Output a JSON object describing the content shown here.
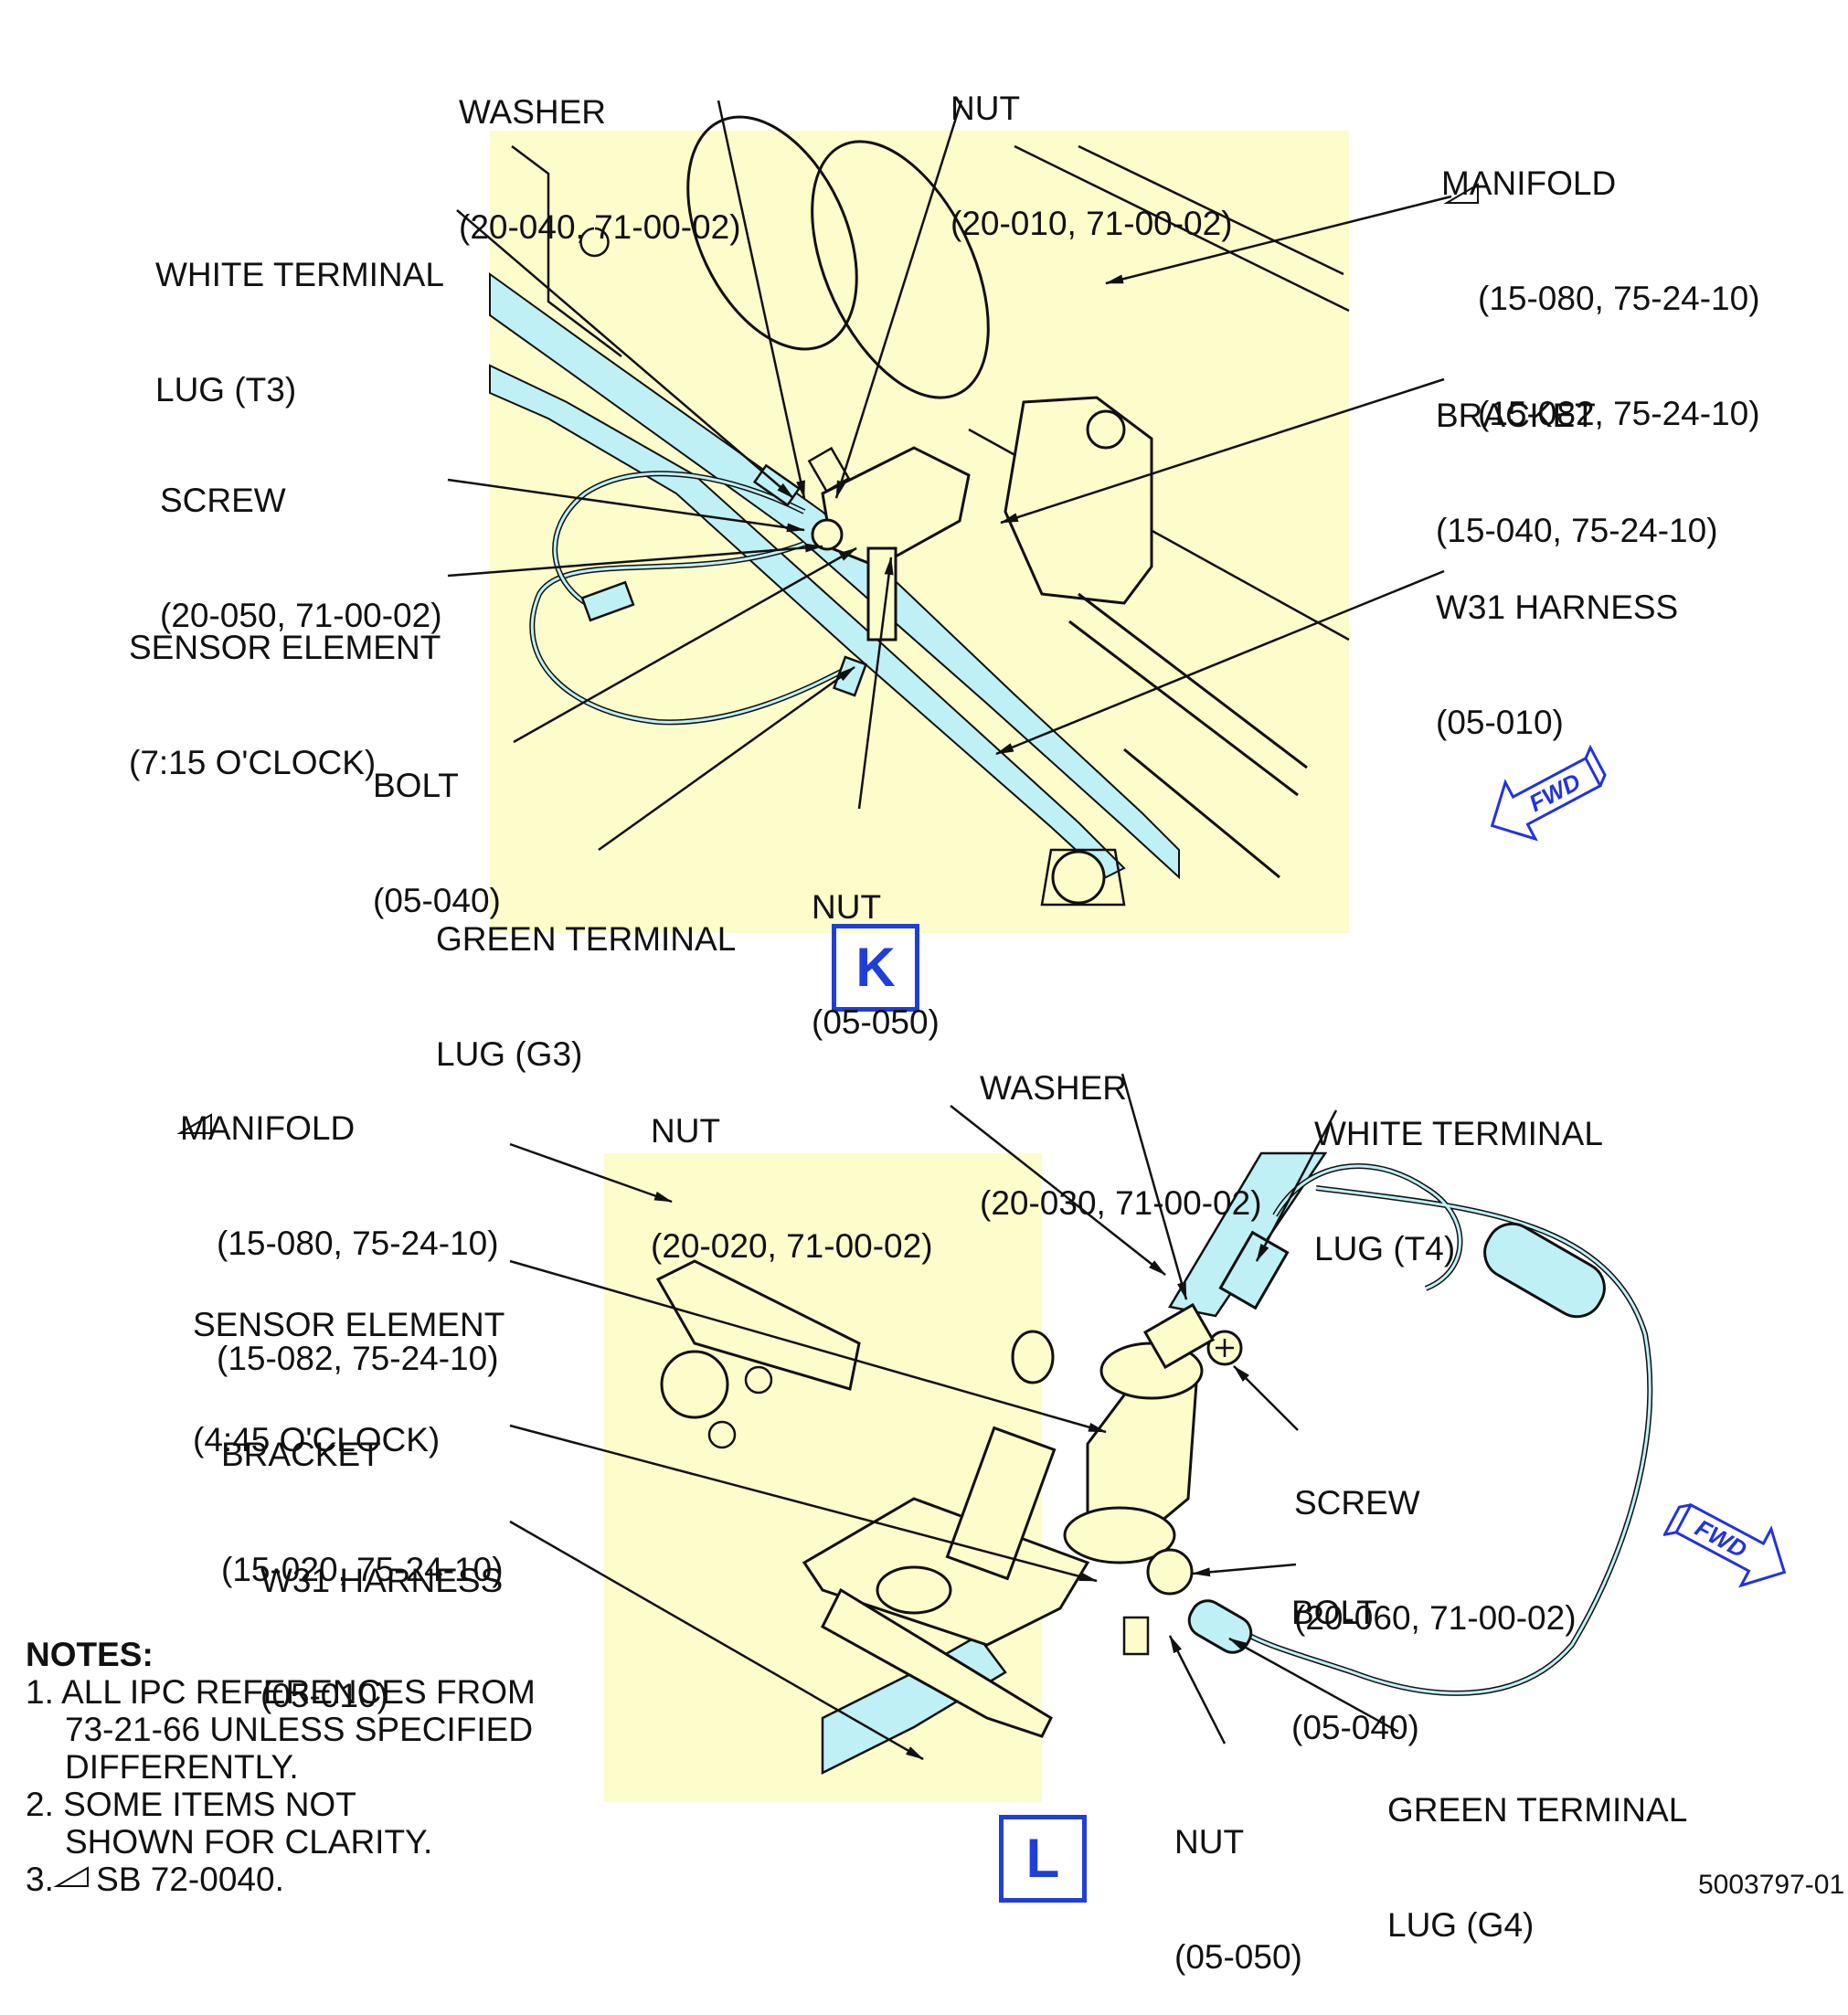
{
  "views": [
    {
      "id": "K",
      "label": "K",
      "callouts": {
        "washer": [
          "WASHER",
          "(20-040, 71-00-02)"
        ],
        "nut_top": [
          "NUT",
          "(20-010, 71-00-02)"
        ],
        "manifold": [
          "MANIFOLD",
          "(15-080, 75-24-10)",
          "(15-082, 75-24-10)"
        ],
        "white_lug": [
          "WHITE TERMINAL",
          "LUG (T3)"
        ],
        "bracket": [
          "BRACKET",
          "(15-040, 75-24-10)"
        ],
        "screw": [
          "SCREW",
          "(20-050, 71-00-02)"
        ],
        "sensor": [
          "SENSOR ELEMENT",
          "(7:15 O'CLOCK)"
        ],
        "harness": [
          "W31 HARNESS",
          "(05-010)"
        ],
        "bolt": [
          "BOLT",
          "(05-040)"
        ],
        "nut_bottom": [
          "NUT",
          "(05-050)"
        ],
        "green_lug": [
          "GREEN TERMINAL",
          "LUG (G3)"
        ]
      }
    },
    {
      "id": "L",
      "label": "L",
      "callouts": {
        "manifold": [
          "MANIFOLD",
          "(15-080, 75-24-10)",
          "(15-082, 75-24-10)"
        ],
        "nut_top": [
          "NUT",
          "(20-020, 71-00-02)"
        ],
        "washer": [
          "WASHER",
          "(20-030, 71-00-02)"
        ],
        "white_lug": [
          "WHITE TERMINAL",
          "LUG (T4)"
        ],
        "sensor": [
          "SENSOR ELEMENT",
          "(4:45 O'CLOCK)"
        ],
        "bracket": [
          "BRACKET",
          "(15-020, 75-24-10)"
        ],
        "screw": [
          "SCREW",
          "(20-060, 71-00-02)"
        ],
        "harness": [
          "W31 HARNESS",
          "(05-010)"
        ],
        "bolt": [
          "BOLT",
          "(05-040)"
        ],
        "nut_bottom": [
          "NUT",
          "(05-050)"
        ],
        "green_lug": [
          "GREEN TERMINAL",
          "LUG (G4)"
        ]
      }
    }
  ],
  "fwd_label": "FWD",
  "notes": {
    "header": "NOTES:",
    "items": [
      [
        "1. ALL IPC REFERENCES FROM",
        "73-21-66 UNLESS SPECIFIED",
        "DIFFERENTLY."
      ],
      [
        "2. SOME ITEMS NOT",
        "SHOWN FOR CLARITY."
      ],
      [
        "3. ",
        "SB 72-0040."
      ]
    ]
  },
  "document_number": "5003797-01",
  "colors": {
    "manifold_fill": "#fdfccb",
    "harness_fill": "#bff0f6",
    "view_label": "#1f3fd8",
    "fwd_arrow": "#2233dd",
    "line": "#111111"
  }
}
